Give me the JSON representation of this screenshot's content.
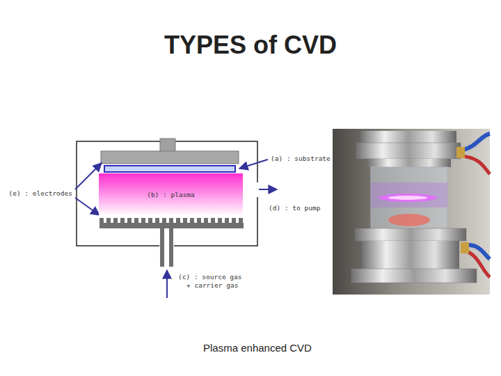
{
  "diagram": {
    "title": "TYPES of CVD",
    "caption": "Plasma enhanced CVD",
    "nodes": [
      {
        "text": [
          "(b) : plasma"
        ]
      }
    ],
    "labels": [
      "(a) : substrate",
      "(e) : electrodes",
      "(d) : to pump",
      "(c) : source gas + carrier gas"
    ]
  }
}
